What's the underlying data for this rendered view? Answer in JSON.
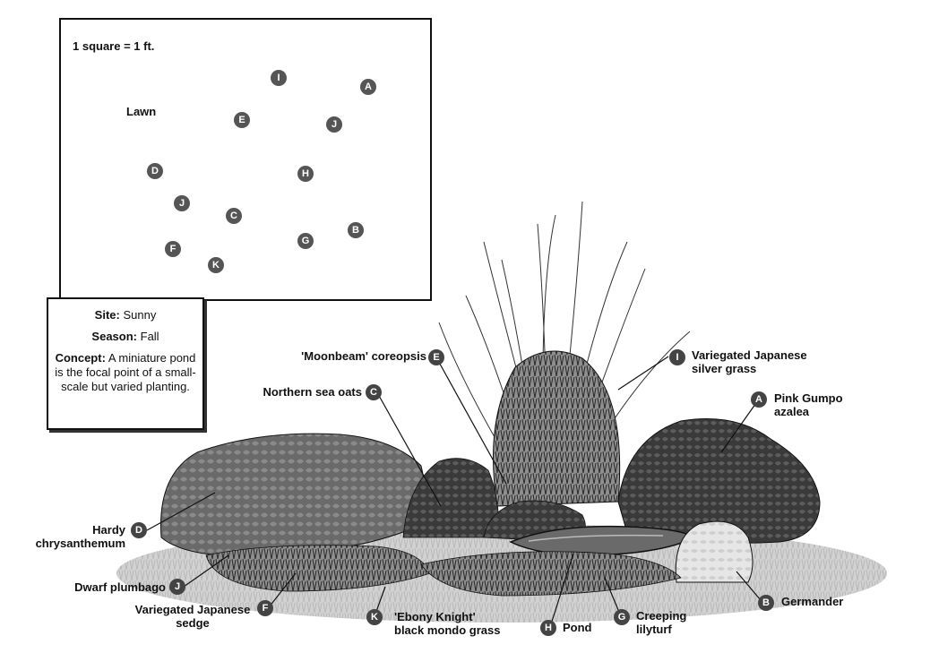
{
  "plan": {
    "scale_label": "1 square = 1 ft.",
    "lawn_label": "Lawn"
  },
  "info": {
    "site_key": "Site:",
    "site_value": "Sunny",
    "season_key": "Season:",
    "season_value": "Fall",
    "concept_key": "Concept:",
    "concept_value": "A miniature pond is the focal point of a small-scale but varied planting."
  },
  "plants": {
    "A": {
      "letter": "A",
      "name_line1": "Pink Gumpo",
      "name_line2": "azalea"
    },
    "B": {
      "letter": "B",
      "name_line1": "Germander",
      "name_line2": ""
    },
    "C": {
      "letter": "C",
      "name_line1": "Northern sea oats",
      "name_line2": ""
    },
    "D": {
      "letter": "D",
      "name_line1": "Hardy",
      "name_line2": "chrysanthemum"
    },
    "E": {
      "letter": "E",
      "name_line1": "'Moonbeam' coreopsis",
      "name_line2": ""
    },
    "F": {
      "letter": "F",
      "name_line1": "Variegated Japanese",
      "name_line2": "sedge"
    },
    "G": {
      "letter": "G",
      "name_line1": "Creeping",
      "name_line2": "lilyturf"
    },
    "H": {
      "letter": "H",
      "name_line1": "Pond",
      "name_line2": ""
    },
    "I": {
      "letter": "I",
      "name_line1": "Variegated Japanese",
      "name_line2": "silver grass"
    },
    "J": {
      "letter": "J",
      "name_line1": "Dwarf plumbago",
      "name_line2": ""
    },
    "K": {
      "letter": "K",
      "name_line1": "'Ebony Knight'",
      "name_line2": "black mondo grass"
    }
  }
}
